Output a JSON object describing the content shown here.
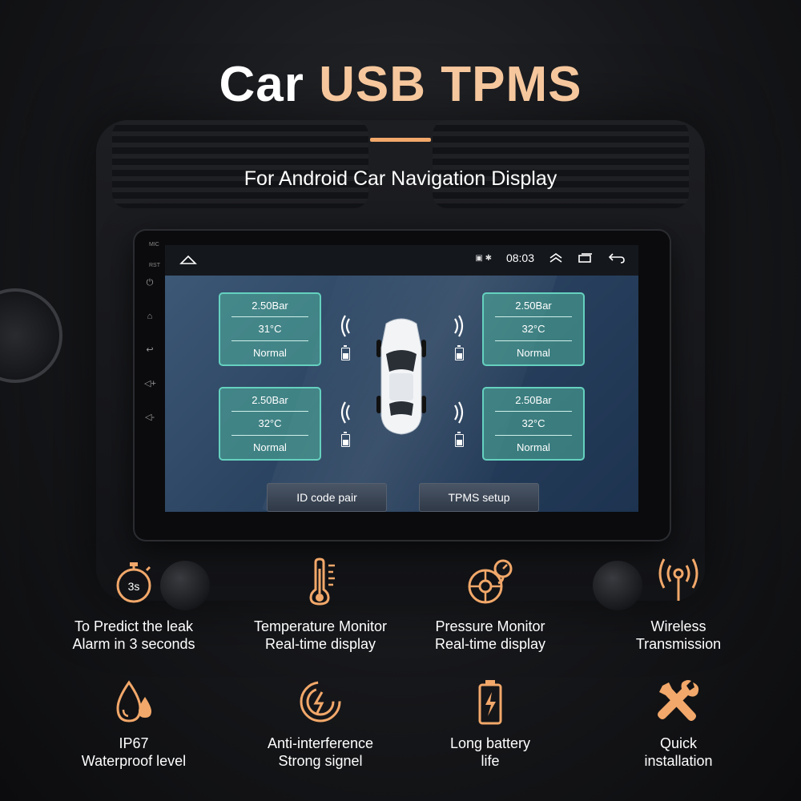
{
  "title": {
    "prefix": "Car",
    "accent": "USB TPMS"
  },
  "subtitle": "For Android Car Navigation Display",
  "accent_color": "#f2a86a",
  "head_unit": {
    "side_labels": [
      "MIC",
      "RST"
    ],
    "statusbar": {
      "time": "08:03"
    },
    "tires": [
      {
        "pressure": "2.50Bar",
        "temp": "31°C",
        "status": "Normal"
      },
      {
        "pressure": "2.50Bar",
        "temp": "32°C",
        "status": "Normal"
      },
      {
        "pressure": "2.50Bar",
        "temp": "32°C",
        "status": "Normal"
      },
      {
        "pressure": "2.50Bar",
        "temp": "32°C",
        "status": "Normal"
      }
    ],
    "buttons": {
      "pair": "ID code pair",
      "setup": "TPMS setup"
    }
  },
  "features": [
    {
      "icon": "stopwatch-icon",
      "badge": "3s",
      "line1": "To Predict the leak",
      "line2": "Alarm in 3 seconds"
    },
    {
      "icon": "thermometer-icon",
      "line1": "Temperature Monitor",
      "line2": "Real-time display"
    },
    {
      "icon": "pressure-gauge-icon",
      "line1": "Pressure Monitor",
      "line2": "Real-time display"
    },
    {
      "icon": "wireless-antenna-icon",
      "line1": "Wireless",
      "line2": "Transmission"
    },
    {
      "icon": "waterdrop-icon",
      "line1": "IP67",
      "line2": "Waterproof level"
    },
    {
      "icon": "anti-interference-icon",
      "line1": "Anti-interference",
      "line2": "Strong signel"
    },
    {
      "icon": "battery-icon",
      "line1": "Long battery",
      "line2": "life"
    },
    {
      "icon": "tools-icon",
      "line1": "Quick",
      "line2": "installation"
    }
  ]
}
